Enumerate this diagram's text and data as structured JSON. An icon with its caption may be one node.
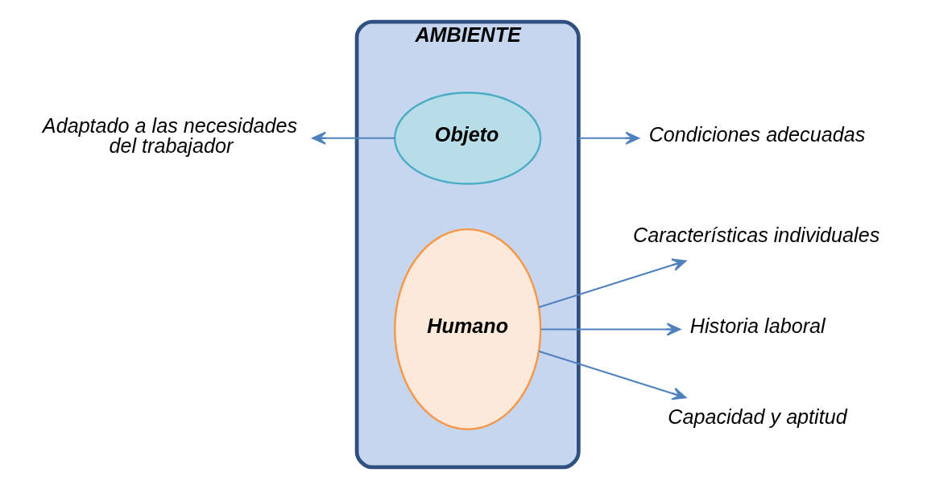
{
  "diagram": {
    "nodes": [
      {
        "text": [
          "AMBIENTE"
        ]
      },
      {
        "text": [
          "Objeto"
        ],
        "in": 0
      },
      {
        "text": [
          "Humano"
        ],
        "in": 0
      },
      {
        "text": [
          "Condiciones adecuadas"
        ]
      },
      {
        "text": [
          "Adaptado a las necesidades del trabajador"
        ]
      },
      {
        "text": [
          "Características individuales"
        ]
      },
      {
        "text": [
          "Historia laboral"
        ]
      },
      {
        "text": [
          "Capacidad y aptitud"
        ]
      }
    ],
    "edges": [
      {
        "from": 0,
        "to": 3,
        "arrow": "to"
      },
      {
        "from": 1,
        "to": 4,
        "arrow": "to"
      },
      {
        "from": 2,
        "to": 5,
        "arrow": "to"
      },
      {
        "from": 2,
        "to": 6,
        "arrow": "to"
      },
      {
        "from": 2,
        "to": 7,
        "arrow": "to"
      }
    ]
  }
}
